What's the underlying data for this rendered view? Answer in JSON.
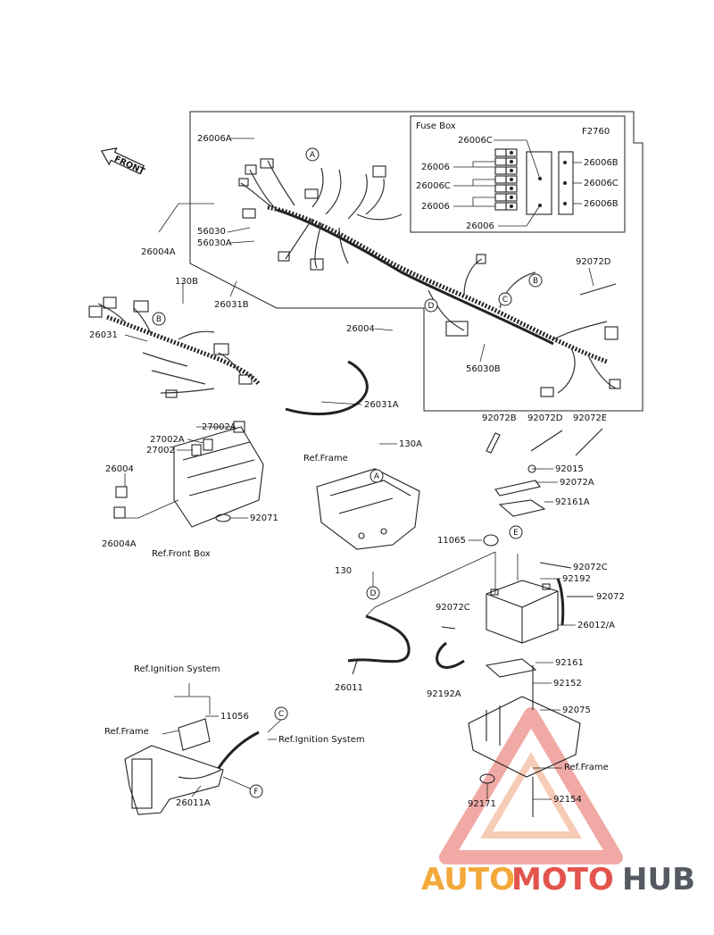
{
  "fig_code": "F2760",
  "front_label": "FRONT",
  "fuse_box": {
    "title": "Fuse Box",
    "labels": [
      "26006C",
      "26006",
      "26006C",
      "26006",
      "26006",
      "26006B",
      "26006C",
      "26006B"
    ]
  },
  "tags": [
    "A",
    "B",
    "C",
    "D",
    "A",
    "B",
    "C",
    "D",
    "E",
    "C",
    "F"
  ],
  "labels": [
    "26006A",
    "26004A",
    "56030",
    "56030A",
    "130B",
    "26031B",
    "26031",
    "26004",
    "56030B",
    "26031A",
    "92072D",
    "27002A",
    "27002A",
    "27002",
    "26004",
    "26004A",
    "92071",
    "Ref.Front Box",
    "130A",
    "Ref.Frame",
    "92072B",
    "92072D",
    "92072E",
    "92015",
    "92072A",
    "92161A",
    "11065",
    "92072C",
    "92192",
    "92072",
    "26012/A",
    "92072C",
    "130",
    "26011",
    "92192A",
    "92161",
    "92152",
    "92075",
    "Ref.Frame",
    "92171",
    "92154",
    "Ref.Ignition System",
    "11056",
    "Ref.Ignition System",
    "Ref.Frame",
    "26011A"
  ],
  "watermark": {
    "auto": "AUTO",
    "moto": "MOTO",
    "hub": "HUB"
  }
}
